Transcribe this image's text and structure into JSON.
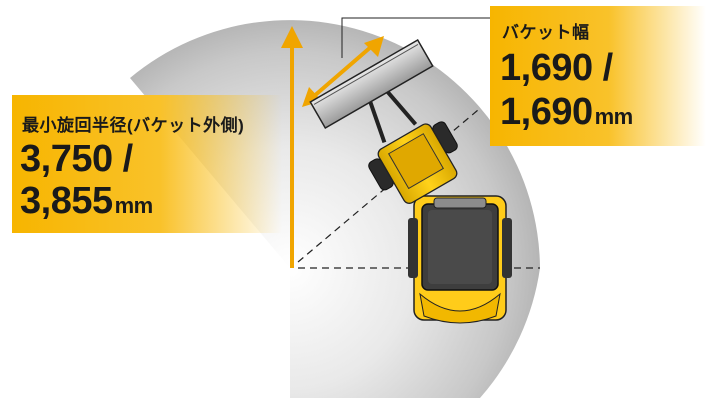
{
  "turning_radius": {
    "caption": "最小旋回半径(バケット外側)",
    "value1": "3,750 /",
    "value2": "3,855",
    "unit": "mm"
  },
  "bucket_width": {
    "caption": "バケット幅",
    "value1": "1,690 /",
    "value2": "1,690",
    "unit": "mm"
  },
  "colors": {
    "accent": "#f7b500",
    "arrow": "#f0a500",
    "machine": "#f2c300",
    "sweep_dark": "#9a9a9a",
    "sweep_light": "#ffffff"
  }
}
